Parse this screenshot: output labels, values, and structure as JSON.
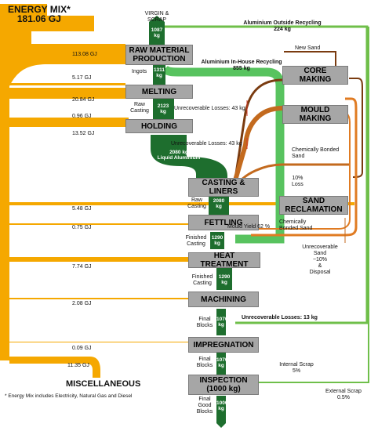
{
  "energy_mix": {
    "title": "ENERGY MIX*",
    "total": "181.06 GJ"
  },
  "footnote": "* Energy Mix includes Electricity, Natural Gas and Diesel",
  "energy_values": [
    "113.08 GJ",
    "5.17 GJ",
    "20.84 GJ",
    "0.96 GJ",
    "13.52 GJ",
    "5.48 GJ",
    "0.75 GJ",
    "7.74 GJ",
    "2.08 GJ",
    "0.09 GJ",
    "11.35 GJ"
  ],
  "miscellaneous": "MISCELLANEOUS",
  "stages": {
    "raw_material": "RAW MATERIAL\nPRODUCTION",
    "melting": "MELTING",
    "holding": "HOLDING",
    "casting": "CASTING &\nLINERS",
    "fettling": "FETTLING",
    "heat_treatment": "HEAT TREATMENT",
    "machining": "MACHINING",
    "impregnation": "IMPREGNATION",
    "inspection": "INSPECTION\n(1000 kg)",
    "core_making": "CORE\nMAKING",
    "mould_making": "MOULD\nMAKING",
    "sand_reclamation": "SAND\nRECLAMATION"
  },
  "flow_values": {
    "virgin": "1087\nkg",
    "ingots": "1311\nkg",
    "raw_casting_1": "2123\nkg",
    "liquid": "2080 kg\nLiquid Aluminium",
    "raw_casting_2": "2080\nkg",
    "fettling_out": "1290\nkg",
    "heat_out": "1290\nkg",
    "machining_out": "1070\nkg",
    "impregnation_out": "1070\nkg",
    "inspection_out": "1000\nkg"
  },
  "labels": {
    "virgin_scrap": "VIRGIN &\nSCRAP",
    "outside_recycling": "Aluminium Outside Recycling\n224 kg",
    "inhouse_recycling": "Aluminium In-House Recycling\n855 kg",
    "new_sand": "New Sand",
    "ingots": "Ingots",
    "raw_casting": "Raw\nCasting",
    "losses_melting": "Unrecoverable Losses: 43 kg",
    "losses_holding": "Unrecoverable Losses: 43 kg",
    "chem_sand_1": "Chemically Bonded\nSand",
    "loss_10": "10%\nLoss",
    "raw_casting_b": "Raw\nCasting",
    "mould_yield": "Mould Yield 62 %",
    "chem_sand_2": "Chemically\nBonded Sand",
    "finished_casting_1": "Finished\nCasting",
    "unrecoverable_sand": "Unrecoverable\nSand\n~10%\n&\nDisposal",
    "finished_casting_2": "Finished\nCasting",
    "final_blocks_1": "Final\nBlocks",
    "losses_machining": "Unrecoverable Losses: 13 kg",
    "final_blocks_2": "Final\nBlocks",
    "internal_scrap": "Internal Scrap\n5%",
    "final_good": "Final\nGood\nBlocks",
    "external_scrap": "External Scrap\n0.5%"
  },
  "colors": {
    "energy": "#f5a800",
    "material": "#1e6e2e",
    "recycle_light": "#6fbf4a",
    "recycle_inner": "#58c35f",
    "sand_dark": "#7a3b10",
    "sand_orange": "#e07b22",
    "stage_fill": "#a6a6a6",
    "loss_red": "#d23a2a"
  }
}
